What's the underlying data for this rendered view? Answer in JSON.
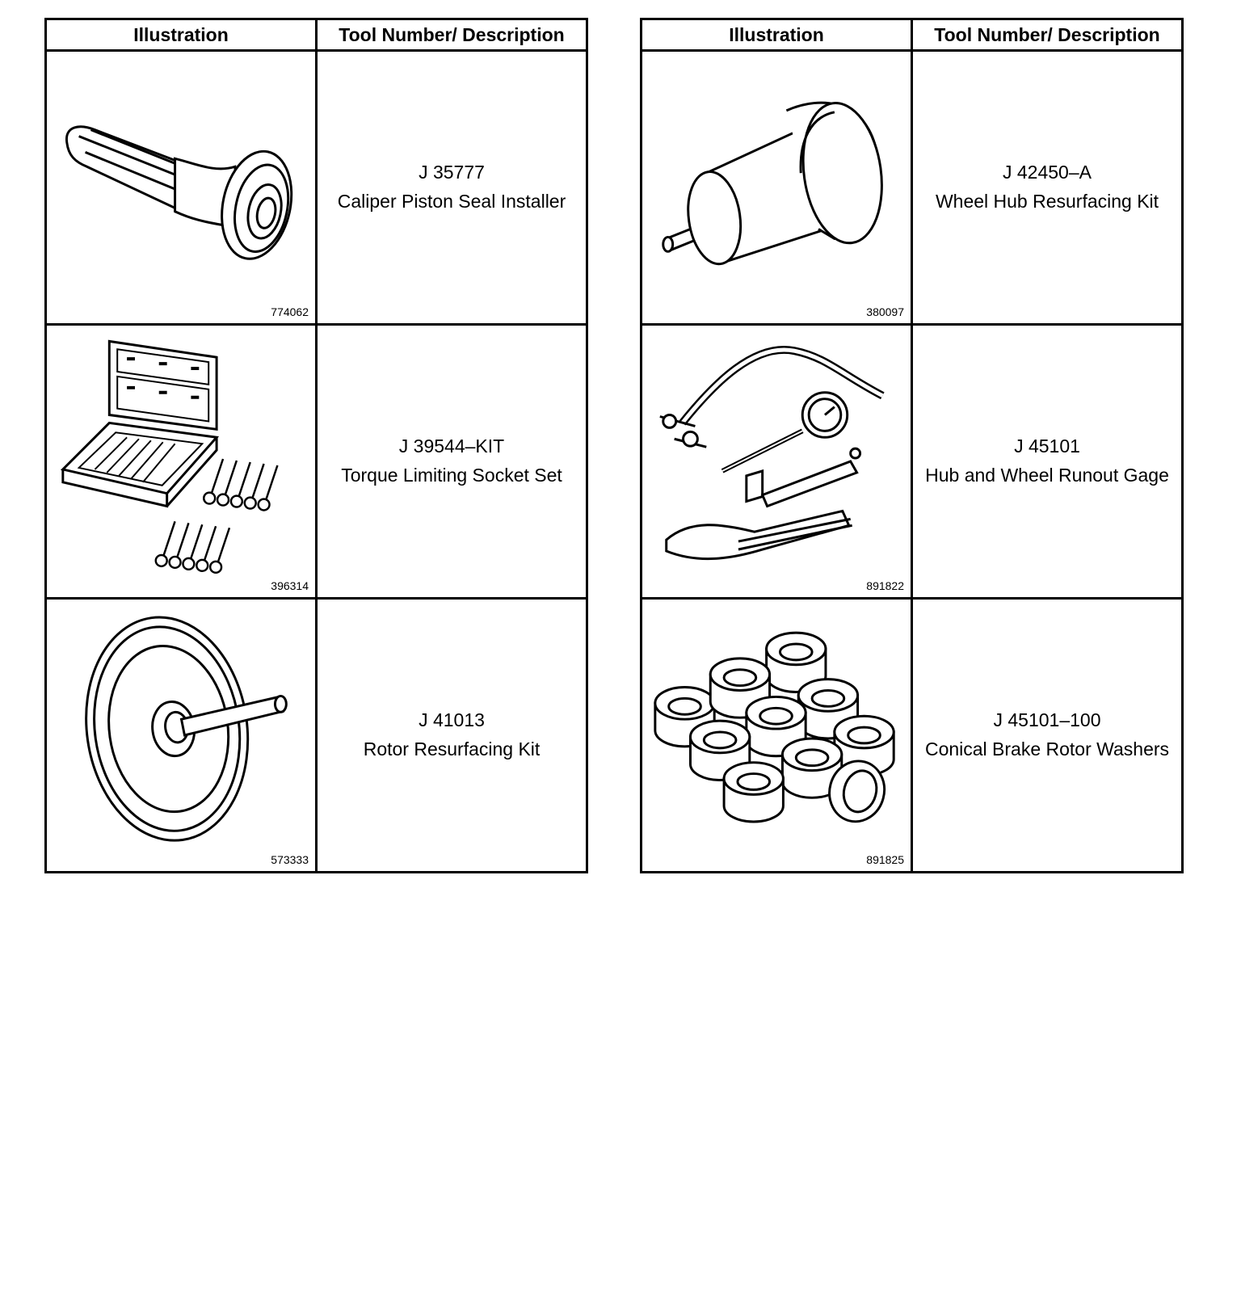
{
  "headers": {
    "illustration": "Illustration",
    "tool": "Tool Number/ Description"
  },
  "left": [
    {
      "fig": "774062",
      "tool_number": "J 35777",
      "description": "Caliper Piston Seal Installer"
    },
    {
      "fig": "396314",
      "tool_number": "J 39544–KIT",
      "description": "Torque Limiting Socket Set"
    },
    {
      "fig": "573333",
      "tool_number": "J 41013",
      "description": "Rotor Resurfacing Kit"
    }
  ],
  "right": [
    {
      "fig": "380097",
      "tool_number": "J 42450–A",
      "description": "Wheel Hub Resurfacing Kit"
    },
    {
      "fig": "891822",
      "tool_number": "J 45101",
      "description": "Hub and Wheel Runout Gage"
    },
    {
      "fig": "891825",
      "tool_number": "J 45101–100",
      "description": "Conical Brake Rotor Washers"
    }
  ]
}
